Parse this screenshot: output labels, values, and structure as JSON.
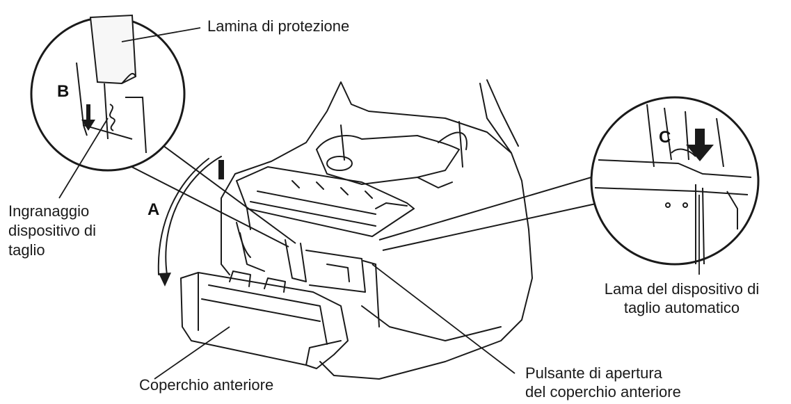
{
  "labels": {
    "protection_sheet": "Lamina di protezione",
    "cutter_gear": [
      "Ingranaggio",
      "dispositivo di",
      "taglio"
    ],
    "autocutter_blade": [
      "Lama del dispositivo di",
      "taglio automatico"
    ],
    "front_cover": "Coperchio anteriore",
    "front_cover_open_button": [
      "Pulsante di apertura",
      "del coperchio anteriore"
    ]
  },
  "markers": {
    "a": "A",
    "b": "B",
    "c": "C"
  },
  "colors": {
    "line": "#1a1a1a",
    "background": "#ffffff",
    "light_fill": "#f2f2f2"
  }
}
